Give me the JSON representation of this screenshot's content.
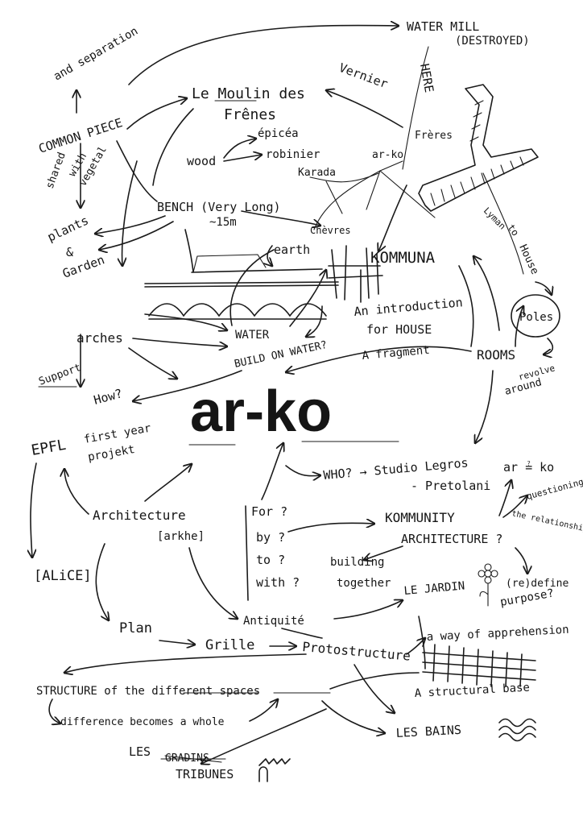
{
  "colors": {
    "ink": "#151515",
    "paper": "#ffffff"
  },
  "labels": {
    "title": "ar-ko",
    "water_mill": "WATER MILL",
    "destroyed": "(DESTROYED)",
    "and_separation": "and separation",
    "here": "HERE",
    "vernier": "Vernier",
    "moulin_1": "Le Moulin des",
    "moulin_2": "Frênes",
    "epicea": "épicéa",
    "robinier": "robinier",
    "wood": "wood",
    "common_piece": "COMMON PIECE",
    "shared": "shared",
    "with_vegetal_1": "with",
    "with_vegetal_2": "vegetal",
    "freres": "Frères",
    "arko_small": "ar-ko",
    "karada": "Karada",
    "bench": "BENCH (Very Long)",
    "bench_len": "~15m",
    "plants_1": "plants",
    "plants_2": "&",
    "plants_3": "Garden",
    "chevres": "Chèvres",
    "earth": "earth",
    "kommuna": "KOMMUNA",
    "lyman": "Lyman",
    "to": "to",
    "house": "House",
    "poles": "Poles",
    "intro_1": "An introduction",
    "intro_2": "for HOUSE",
    "fragment": "A fragment",
    "arches": "arches",
    "water": "WATER",
    "build_on_water": "BUILD ON WATER?",
    "rooms": "ROOMS",
    "revolve_1": "revolve",
    "revolve_2": "around",
    "support": "Support",
    "how": "How?",
    "epfl": "EPFL",
    "first_year_1": "first year",
    "first_year_2": "projekt",
    "who": "WHO? → Studio Legros",
    "pretolani": "- Pretolani",
    "arko_eq": "ar ≟ ko",
    "questioning": "questioning",
    "relationship": "the relationship",
    "architecture": "Architecture",
    "arkhe": "[arkhe]",
    "for_q": "For ?",
    "by_q": "by ?",
    "to_q": "to ?",
    "with_q": "with ?",
    "kommunity": "KOMMUNITY",
    "architecture_q": "ARCHITECTURE ?",
    "alice": "[ALiCE]",
    "building_1": "building",
    "building_2": "together",
    "le_jardin": "LE JARDIN",
    "redefine_1": "(re)define",
    "redefine_2": "purpose?",
    "antiquite": "Antiquité",
    "plan": "Plan",
    "grille": "Grille",
    "protostructure": "Protostructure",
    "apprehension": "a way of apprehension",
    "structure_spaces": "STRUCTURE of the different spaces",
    "structural_base": "A structural base",
    "difference": "difference becomes a whole",
    "les_bains": "LES BAINS",
    "les": "LES",
    "gradins": "GRADINS",
    "tribunes": "TRIBUNES"
  }
}
